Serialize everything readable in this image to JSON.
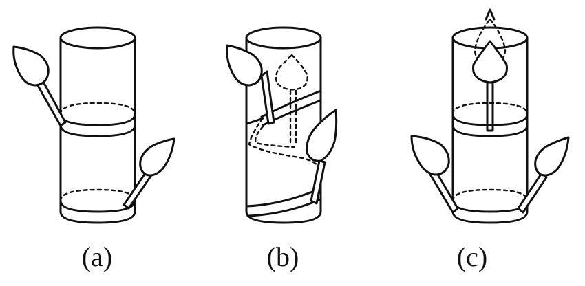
{
  "figure": {
    "panels": [
      {
        "id": "a",
        "caption": "(a)"
      },
      {
        "id": "b",
        "caption": "(b)"
      },
      {
        "id": "c",
        "caption": "(c)"
      }
    ],
    "colors": {
      "ink": "#111111",
      "background": "#ffffff"
    }
  }
}
